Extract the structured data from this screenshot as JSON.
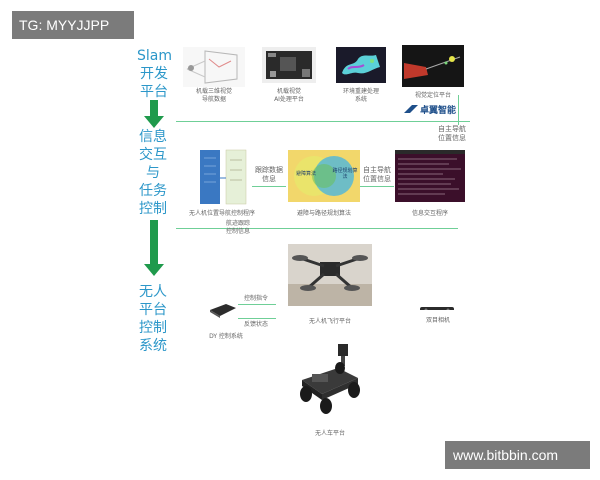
{
  "tag": "TG: MYYJJPP",
  "watermark": "www.bitbbin.com",
  "stages": {
    "slam": [
      "Slam",
      "开发",
      "平台"
    ],
    "info": [
      "信息",
      "交互",
      "与",
      "任务",
      "控制"
    ],
    "uav": [
      "无人",
      "平台",
      "控制",
      "系统"
    ]
  },
  "top_row": [
    {
      "caption": [
        "机载三维视觉",
        "导航数据"
      ]
    },
    {
      "caption": [
        "机载视觉",
        "AI处理平台"
      ]
    },
    {
      "caption": [
        "环境重建处理",
        "系统"
      ]
    },
    {
      "caption": [
        "视觉定位平台"
      ]
    }
  ],
  "logo": {
    "text": "卓翼智能"
  },
  "middle_row": {
    "left_caption": "无人机位置导航控制程序",
    "flow1": [
      "跟踪数据",
      "信息"
    ],
    "venn_caption": "避障与路径规划算法",
    "venn_left_label": "避障算法",
    "venn_right_label": "路径规划算法",
    "flow2": [
      "自主导航",
      "位置信息"
    ],
    "terminal_caption": "信息交互程序",
    "right_flow": [
      "自主导航",
      "位置信息"
    ],
    "below_flow": [
      "航迹跟踪",
      "控制信息"
    ]
  },
  "bottom_row": {
    "dy_flow_top": "控制指令",
    "dy_flow_bottom": "反馈状态",
    "dy_caption": "DY 控制系统",
    "drone_caption": "无人机飞行平台",
    "camera_caption": "双目相机",
    "car_caption": "无人车平台"
  },
  "colors": {
    "stage_text": "#2c97c9",
    "arrow": "#1f9a4c",
    "line": "#6fcf97",
    "label_box": "#7b7b7b"
  }
}
